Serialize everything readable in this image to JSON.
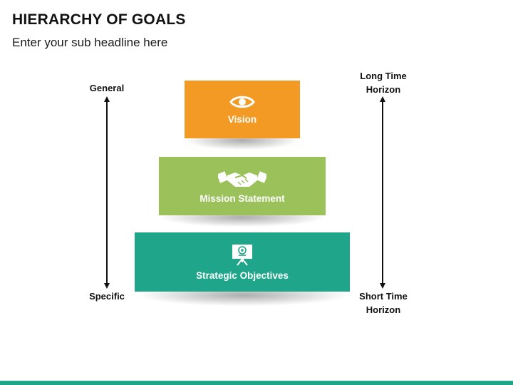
{
  "header": {
    "title": "HIERARCHY OF GOALS",
    "subtitle": "Enter your sub headline here"
  },
  "left_axis": {
    "top_label": "General",
    "bottom_label": "Specific"
  },
  "right_axis": {
    "top_label_line1": "Long Time",
    "top_label_line2": "Horizon",
    "bottom_label_line1": "Short Time",
    "bottom_label_line2": "Horizon"
  },
  "tiers": [
    {
      "label": "Vision",
      "icon": "eye-icon",
      "color": "#f29a24"
    },
    {
      "label": "Mission Statement",
      "icon": "handshake-icon",
      "color": "#9ac15a"
    },
    {
      "label": "Strategic Objectives",
      "icon": "presentation-board-icon",
      "color": "#1fa589"
    }
  ],
  "accent_color": "#1fa589"
}
